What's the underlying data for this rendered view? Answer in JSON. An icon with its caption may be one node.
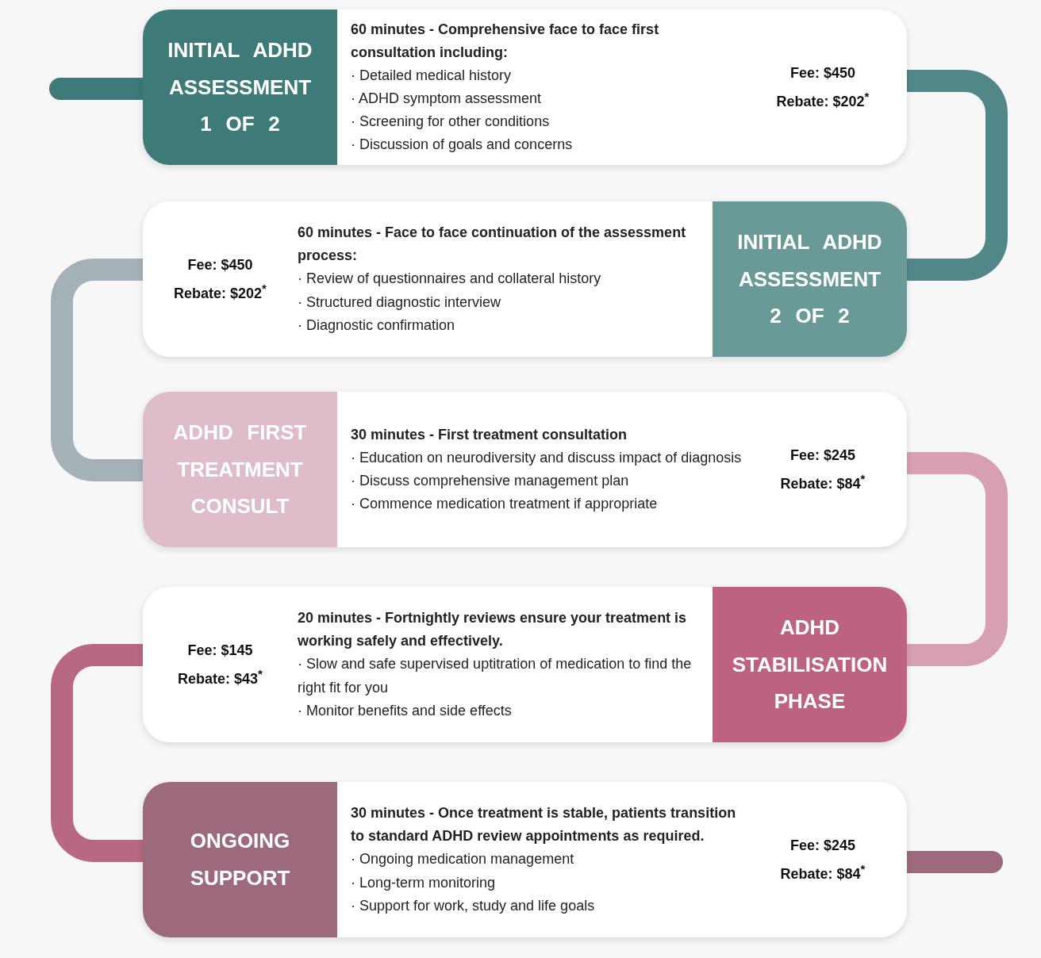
{
  "diagram": {
    "nodes": [
      {
        "text": [
          "60 minutes - Comprehensive face to face first consultation including:",
          "· Detailed medical history",
          "· ADHD symptom assessment",
          "· Screening for other conditions",
          "· Discussion of goals and concerns",
          "Fee: $450",
          "Rebate: $202$^{*}$"
        ]
      },
      {
        "text": [
          "INITIAL ADHD ASSESSMENT 1 OF 2"
        ],
        "in": 0
      },
      {
        "text": [
          "60 minutes - Face to face continuation of the assessment process:",
          "· Review of questionnaires and collateral history",
          "· Structured diagnostic interview",
          "· Diagnostic confirmation",
          "Fee: $450",
          "Rebate: $202$^{*}$"
        ]
      },
      {
        "text": [
          "INITIAL ADHD ASSESSMENT 2 OF 2"
        ],
        "in": 2
      },
      {
        "text": [
          "30 minutes - First treatment consultation",
          "· Education on neurodiversity and discuss impact of diagnosis",
          "· Discuss comprehensive management plan",
          "· Commence medication treatment if appropriate",
          "Fee: $245",
          "Rebate: $84$^{*}$"
        ]
      },
      {
        "text": [
          "ADHD FIRST TREATMENT CONSULT"
        ],
        "in": 4
      },
      {
        "text": [
          "20 minutes - Fortnightly reviews ensure your treatment is working safely and effectively.",
          "· Slow and safe supervised uptitration of medication to find the right fit for you",
          "· Monitor benefits and side effects",
          "Fee: $145",
          "Rebate: $43$^{*}$"
        ]
      },
      {
        "text": [
          "ADHD STABILISATION PHASE"
        ],
        "in": 6
      },
      {
        "text": [
          "30 minutes - Once treatment is stable, patients transition to standard ADHD review appointments as required.",
          "· Ongoing medication management",
          "· Long-term monitoring",
          "· Support for work, study and life goals",
          "Fee: $245",
          "Rebate: $84$^{*}$"
        ]
      },
      {
        "text": [
          "ONGOING SUPPORT"
        ],
        "in": 8
      }
    ],
    "edges": [
      {
        "from": null,
        "to": 0,
        "arrow": "none",
        "color": "#3d7a78"
      },
      {
        "from": 0,
        "to": 2,
        "arrow": "none",
        "color": "#52878a"
      },
      {
        "from": 2,
        "to": 4,
        "arrow": "none",
        "color": "#a4b2b8"
      },
      {
        "from": 4,
        "to": 6,
        "arrow": "none",
        "color": "#d79fb2"
      },
      {
        "from": 6,
        "to": 8,
        "arrow": "none",
        "color": "#b96882"
      },
      {
        "from": 8,
        "to": null,
        "arrow": "none",
        "color": "#9d6a7d"
      }
    ]
  }
}
